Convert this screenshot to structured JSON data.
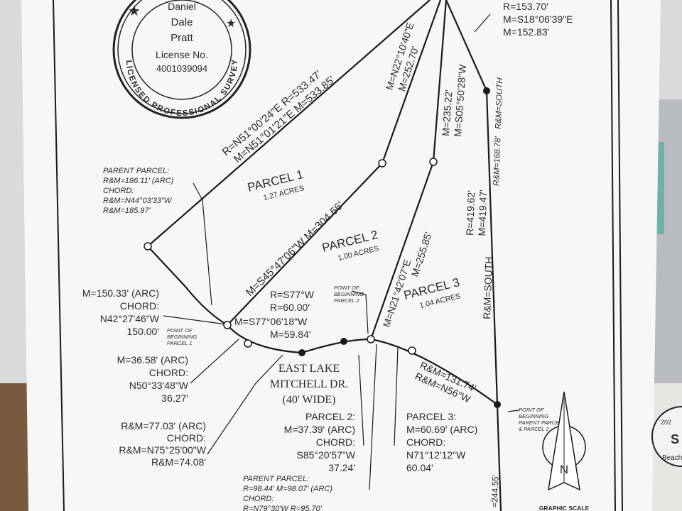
{
  "seal": {
    "ring_text": "LICENSED PROFESSIONAL SURVEYOR",
    "first_name": "Daniel",
    "middle_name": "Dale",
    "last_name": "Pratt",
    "license_label": "License No.",
    "license_number": "4001039094"
  },
  "parcels": {
    "p1": {
      "name": "PARCEL 1",
      "acres": "1.27 ACRES"
    },
    "p2": {
      "name": "PARCEL 2",
      "acres": "1.00 ACRES"
    },
    "p3": {
      "name": "PARCEL 3",
      "acres": "1.04 ACRES"
    }
  },
  "bearings": {
    "top_r": "R=153.70'",
    "top_m1": "M=S18°06'39\"E",
    "top_m2": "M=152.83'",
    "north_r": "R=N51°00'24\"E  R=533.47'",
    "north_m": "M=N51°01'21\"E  M=533.85'",
    "l2_a": "M=N22°10'40\"E",
    "l2_b": "M=252.70'",
    "l3_a": "M=235.22'",
    "l3_b": "M=S05°50'28\"W",
    "east_a": "R&M=168.78'",
    "east_b": "R&M=SOUTH",
    "p2_line": "M=S45°47'06\"W  M=304.66'",
    "p3_line_a": "M=N21°42'07\"E",
    "p3_line_b": "M=255.85'",
    "south_a": "R=419.62'",
    "south_b": "M=419.47'",
    "south_c": "R&M=SOUTH",
    "road_r": "R&M=131.74'",
    "road_b": "R&M=N56°W",
    "bottom_len": "=244.55'"
  },
  "labels": {
    "parent_top": [
      "PARENT PARCEL:",
      "R&M=186.11' (ARC)",
      "CHORD:",
      "R&M=N44°03'33\"W",
      "R&M=185.97'"
    ],
    "left_arc": [
      "M=150.33' (ARC)",
      "CHORD:",
      "N42°27'46\"W",
      "150.00'"
    ],
    "pob1": [
      "POINT OF",
      "BEGINNING",
      "PARCEL 1"
    ],
    "mid_bearing": [
      "R=S77°W",
      "R=60.00'",
      "M=S77°06'18\"W",
      "M=59.84'"
    ],
    "pob2": [
      "POINT OF",
      "BEGINNING",
      "PARCEL 2"
    ],
    "arc_3658": [
      "M=36.58' (ARC)",
      "CHORD:",
      "N50°33'48\"W",
      "36.27'"
    ],
    "road": [
      "EAST LAKE",
      "MITCHELL DR.",
      "(40' WIDE)"
    ],
    "arc_7703": [
      "R&M=77.03' (ARC)",
      "CHORD:",
      "R&M=N75°25'00\"W",
      "R&M=74.08'"
    ],
    "parcel2_arc": [
      "PARCEL 2:",
      "M=37.39' (ARC)",
      "CHORD:",
      "S85°20'57\"W",
      "37.24'"
    ],
    "parcel3_arc": [
      "PARCEL 3:",
      "M=60.69' (ARC)",
      "CHORD:",
      "N71°12'12\"W",
      "60.04'"
    ],
    "pob_parent": [
      "POINT OF",
      "BEGINNING",
      "PARENT PARCEL",
      "& PARCEL 2"
    ],
    "parent_bottom": [
      "PARENT PARCEL:",
      "R=98.44'  M=98.07' (ARC)",
      "CHORD:",
      "R=N79°30'W  R=95.70'"
    ],
    "north_letter": "N",
    "graphic_scale": "GRAPHIC SCALE"
  },
  "right_edge_fragments": [
    "202",
    "S",
    "Beach"
  ]
}
